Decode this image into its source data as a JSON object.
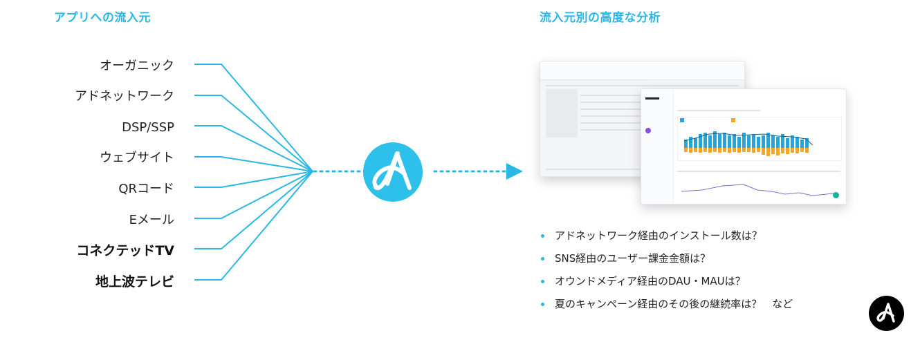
{
  "left_heading": "アプリへの流入元",
  "right_heading": "流入元別の高度な分析",
  "sources": [
    {
      "label": "オーガニック",
      "bold": false
    },
    {
      "label": "アドネットワーク",
      "bold": false
    },
    {
      "label": "DSP/SSP",
      "bold": false
    },
    {
      "label": "ウェブサイト",
      "bold": false
    },
    {
      "label": "QRコード",
      "bold": false
    },
    {
      "label": "Eメール",
      "bold": false
    },
    {
      "label": "コネクテッドTV",
      "bold": true
    },
    {
      "label": "地上波テレビ",
      "bold": true
    }
  ],
  "questions": [
    "アドネットワーク経由のインストール数は？",
    "SNS経由のユーザー課金金額は？",
    "オウンドメディア経由のDAU・MAUは？",
    "夏のキャンペーン経由のその後の継続率は？　など"
  ],
  "colors": {
    "accent": "#29b7e6",
    "line": "#29b7e6",
    "bar_blue": "#2aa3d9",
    "bar_orange": "#f5a623",
    "logo_dark": "#000000"
  },
  "icons": {
    "hub": "adjust-logo-icon",
    "corner": "adjust-logo-icon",
    "arrow": "arrow-right-icon"
  }
}
